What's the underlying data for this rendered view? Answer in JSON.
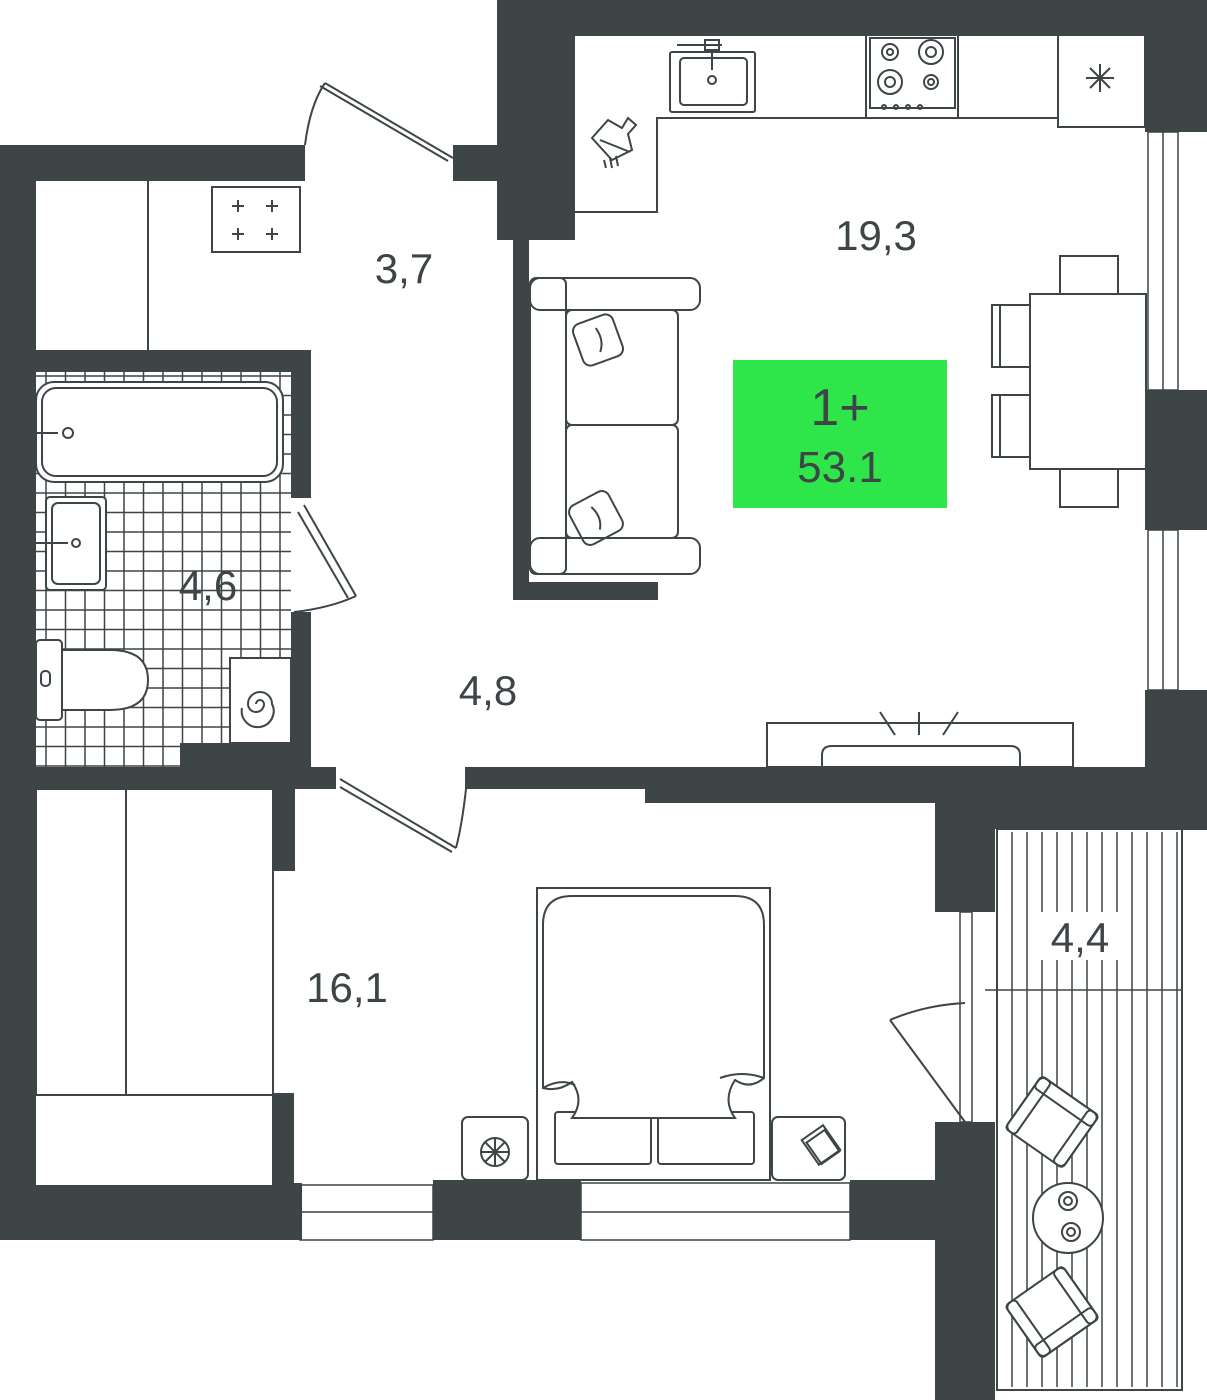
{
  "colors": {
    "wall": "#3d4546",
    "badge": "#2ee64a",
    "background": "#ffffff"
  },
  "badge": {
    "rooms": "1+",
    "total_area": "53.1"
  },
  "rooms": {
    "kitchen_living": "19,3",
    "hallway": "3,7",
    "bathroom": "4,6",
    "corridor": "4,8",
    "bedroom": "16,1",
    "balcony": "4,4"
  },
  "icons": [
    "sink-icon",
    "stove-icon",
    "fridge-icon",
    "cleaning-icon",
    "sofa-icon",
    "dining-table-icon",
    "tv-icon",
    "electric-panel-icon",
    "bathtub-icon",
    "washbasin-icon",
    "toilet-icon",
    "boiler-icon",
    "bed-icon",
    "nightstand-icon",
    "armchair-icon",
    "coffee-table-icon"
  ]
}
